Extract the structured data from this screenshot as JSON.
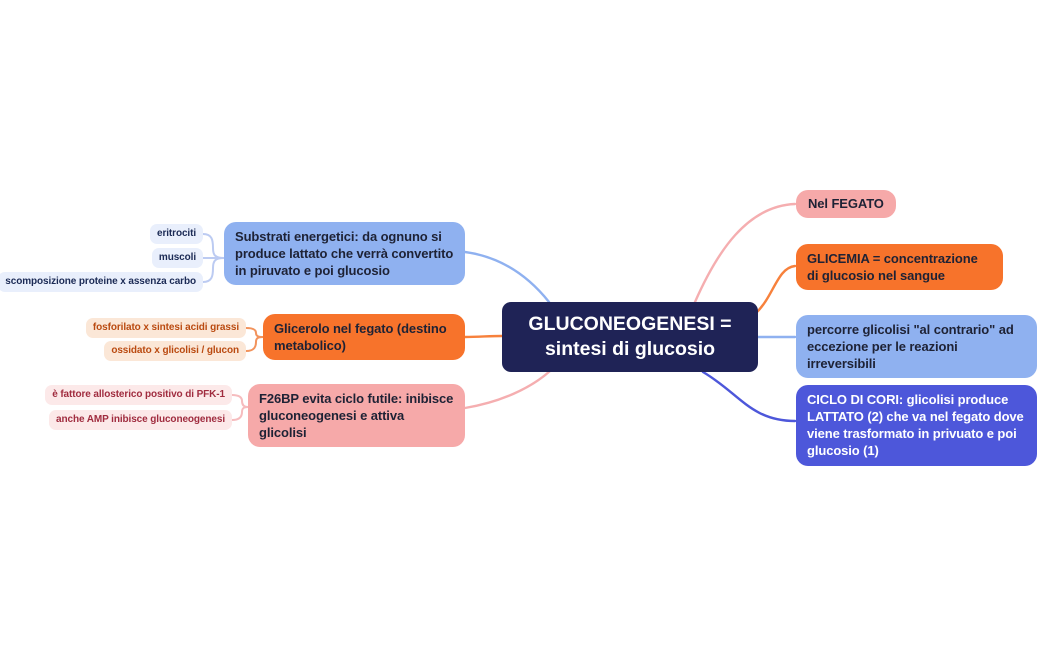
{
  "colors": {
    "center_bg": "#1F2356",
    "center_text": "#FFFFFF",
    "blue": "#8FB1F0",
    "orange": "#F7732B",
    "pink": "#F6A9A9",
    "purple": "#4D57DA",
    "node_text_dark": "#1E2235",
    "sub_blue_bg": "#E9EFFC",
    "sub_blue_text": "#1B2A55",
    "sub_peach_bg": "#FBE7D7",
    "sub_peach_text": "#BA4A10",
    "sub_pink_bg": "#FCE9E9",
    "sub_pink_text": "#A02C3F",
    "connector_sub_blue": "#BCCBF2",
    "connector_sub_orange": "#F2935C",
    "connector_sub_pink": "#F6BCBE"
  },
  "center": {
    "label": "GLUCONEOGENESI = sintesi di glucosio"
  },
  "left_branches": [
    {
      "label": "Substrati energetici: da ognuno si produce lattato che verrà convertito in piruvato e poi glucosio",
      "color": "blue",
      "children": [
        "eritrociti",
        "muscoli",
        "scomposizione proteine x assenza carbo"
      ]
    },
    {
      "label": "Glicerolo nel fegato (destino metabolico)",
      "color": "orange",
      "children": [
        "fosforilato x sintesi acidi grassi",
        "ossidato x glicolisi / glucon"
      ]
    },
    {
      "label": "F26BP evita ciclo futile: inibisce gluconeogenesi e attiva glicolisi",
      "color": "pink",
      "children": [
        "è fattore allosterico positivo di PFK-1",
        "anche AMP inibisce gluconeogenesi"
      ]
    }
  ],
  "right_branches": [
    {
      "label": "Nel FEGATO",
      "color": "pink"
    },
    {
      "label": "GLICEMIA = concentrazione di glucosio nel sangue",
      "color": "orange"
    },
    {
      "label": "percorre glicolisi \"al contrario\" ad eccezione per le reazioni irreversibili",
      "color": "blue"
    },
    {
      "label": "CICLO DI CORI: glicolisi produce LATTATO (2) che va nel fegato dove viene trasformato in privuato e poi glucosio (1)",
      "color": "purple"
    }
  ]
}
